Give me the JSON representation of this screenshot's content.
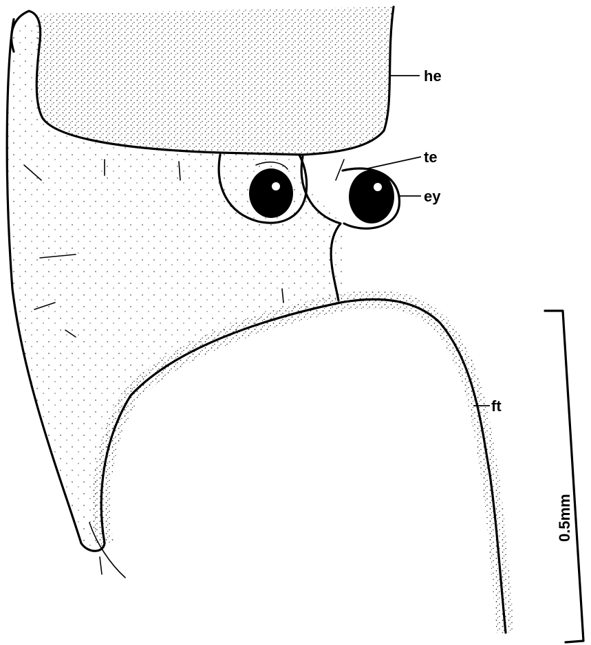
{
  "labels": {
    "head": "he",
    "tentacle": "te",
    "eye": "ey",
    "foot": "ft"
  },
  "scale_bar": {
    "label": "0.5mm"
  }
}
